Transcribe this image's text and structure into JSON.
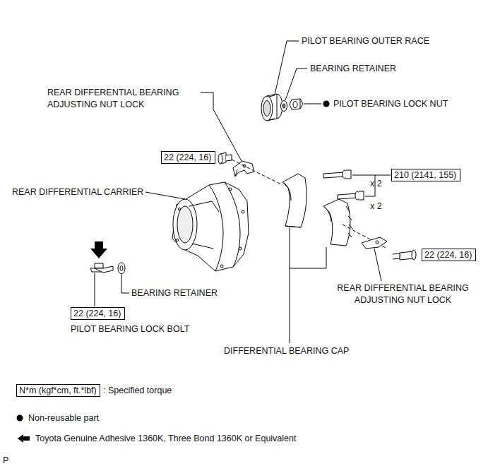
{
  "diagram": {
    "nodes": [
      {
        "text": [
          "22 (224, 16)"
        ]
      },
      {
        "text": [
          "210 (2141, 155)"
        ]
      },
      {
        "text": [
          "22 (224, 16)"
        ]
      },
      {
        "text": [
          "22 (224, 16)"
        ]
      },
      {
        "text": [
          "N*m (kgf*cm, ft.*lbf)"
        ]
      }
    ],
    "labels": [
      "PILOT BEARING OUTER RACE",
      "BEARING RETAINER",
      "REAR DIFFERENTIAL BEARING ADJUSTING NUT LOCK",
      "PILOT BEARING LOCK NUT",
      "x 2",
      "REAR DIFFERENTIAL CARRIER",
      "x 2",
      "BEARING RETAINER",
      "REAR DIFFERENTIAL BEARING ADJUSTING NUT LOCK",
      "PILOT BEARING LOCK BOLT",
      "DIFFERENTIAL BEARING CAP",
      "P"
    ],
    "legend": [
      {
        "text": ": Specified torque"
      },
      {
        "text": "Non-reusable part"
      },
      {
        "text": "Toyota Genuine Adhesive 1360K, Three Bond 1360K or Equivalent"
      }
    ]
  }
}
